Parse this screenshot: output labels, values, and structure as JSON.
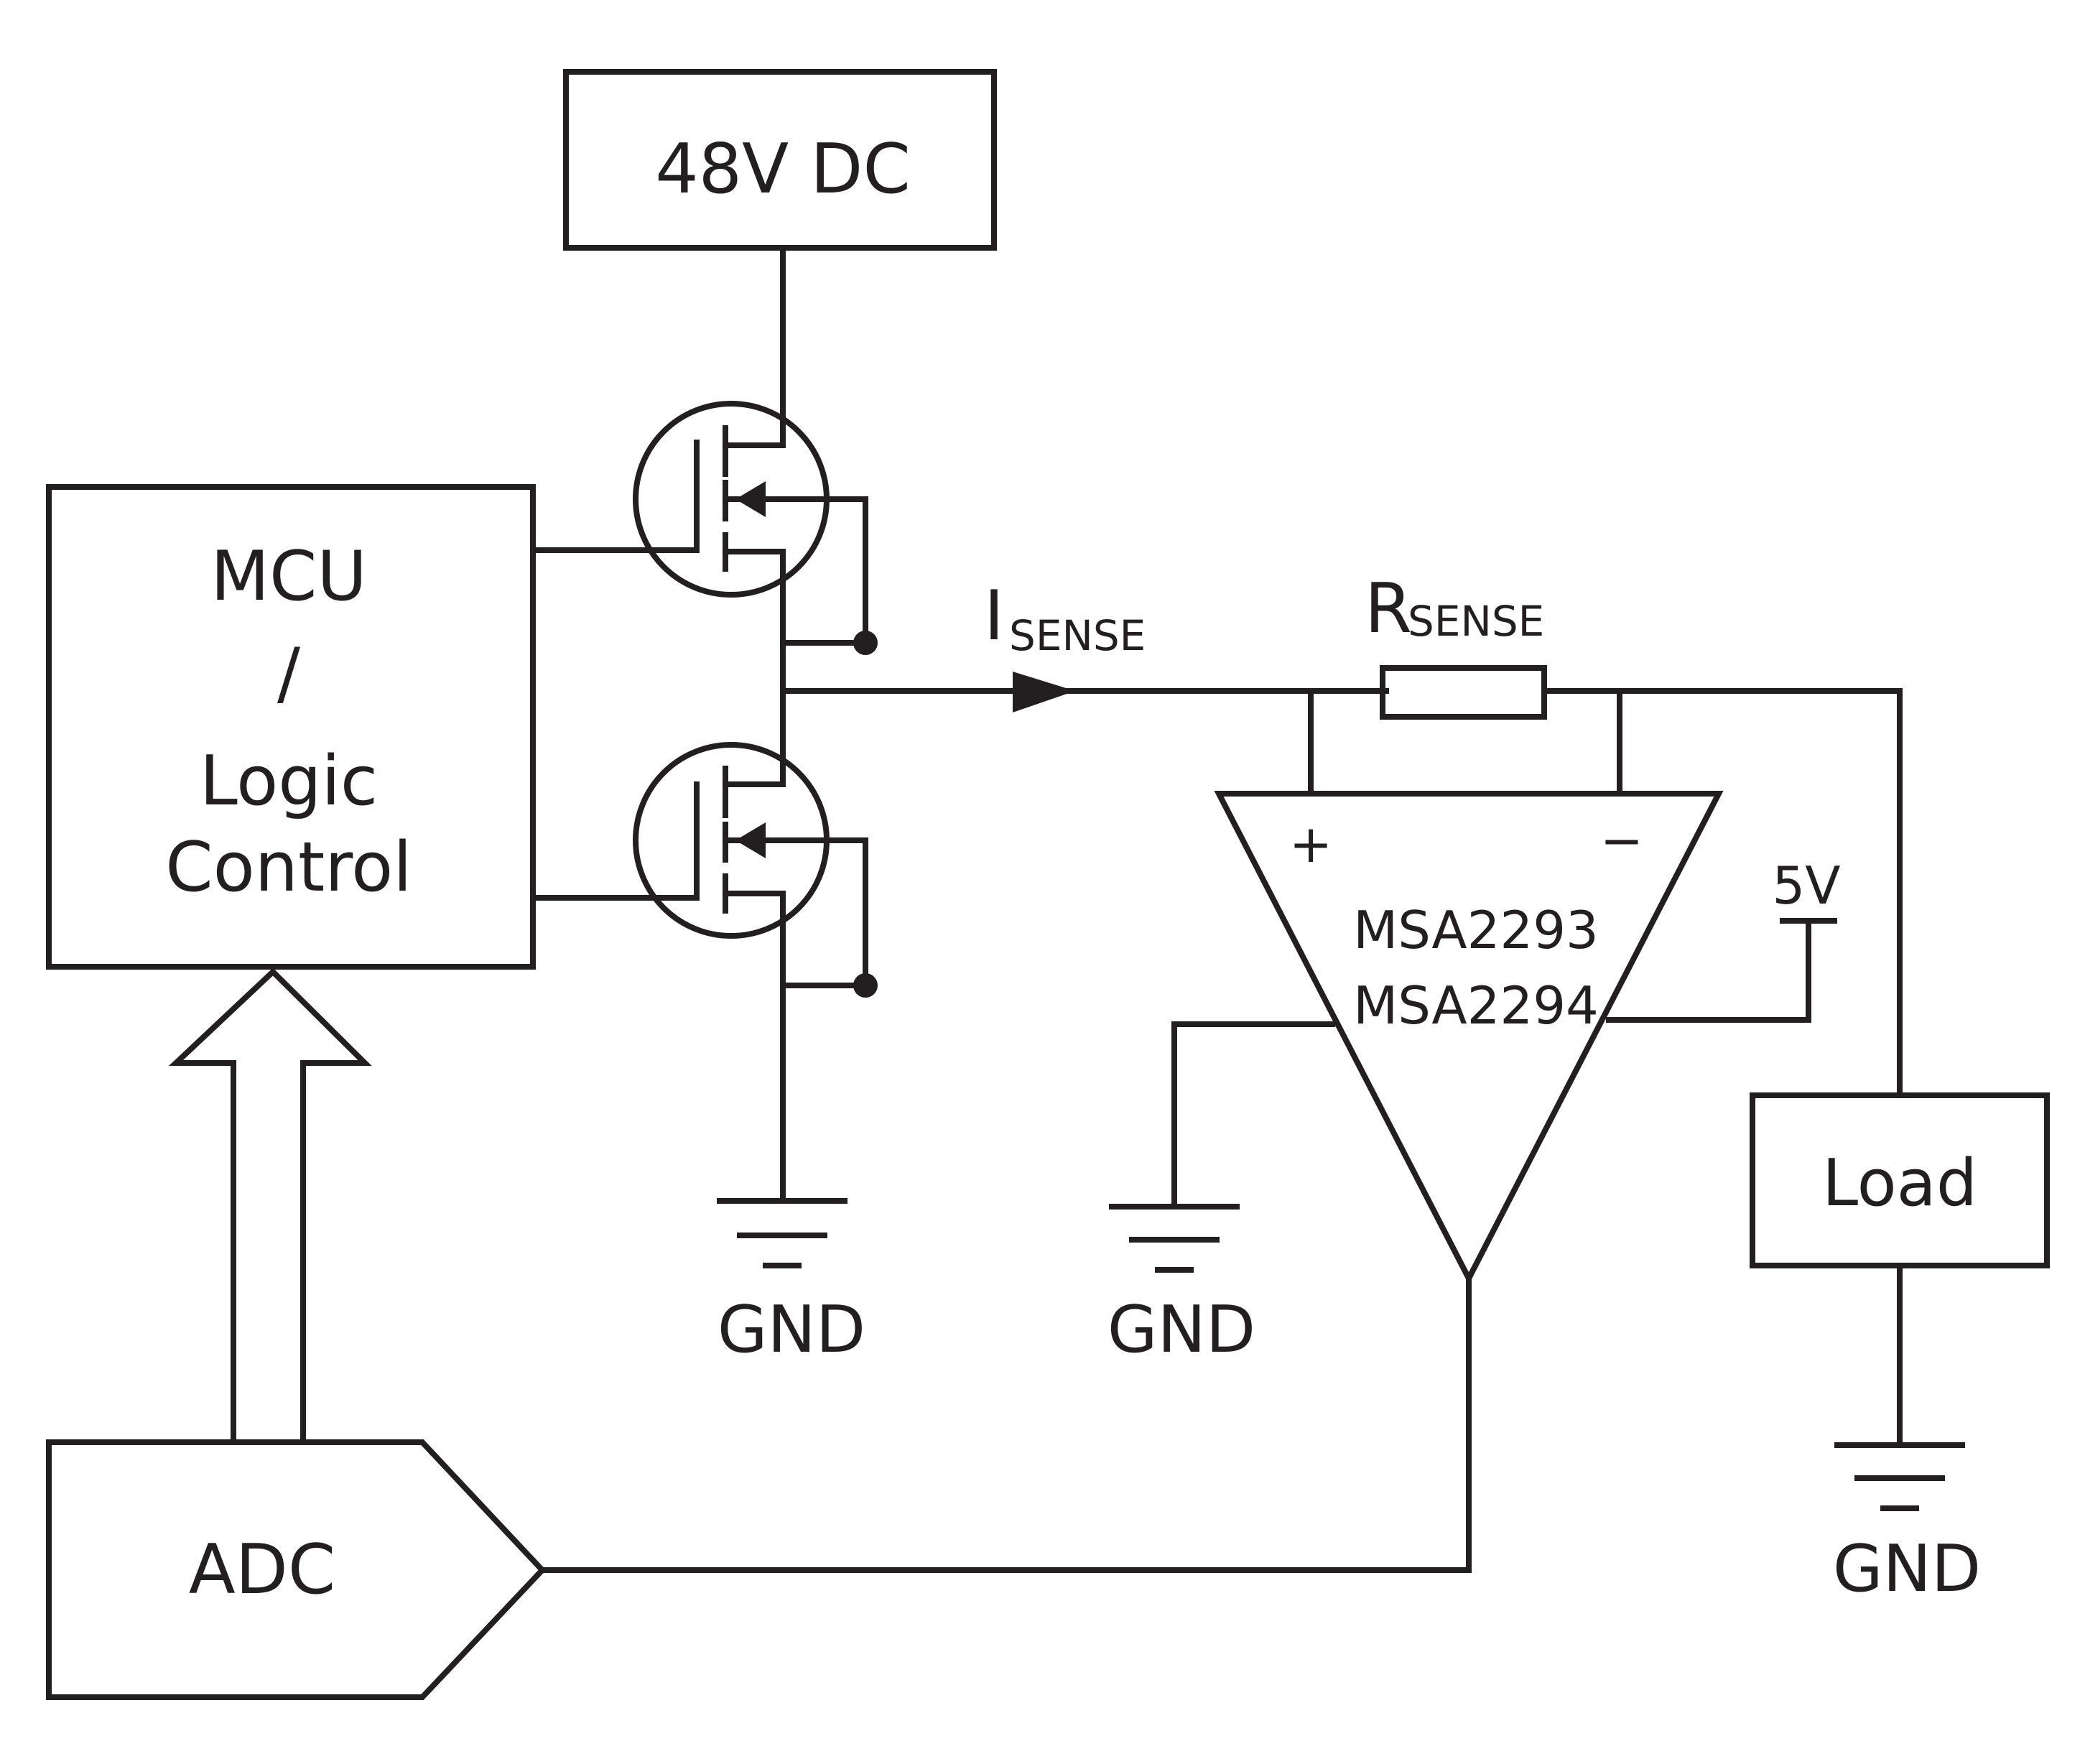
{
  "labels": {
    "supply": "48V DC",
    "mcu_line1": "MCU",
    "mcu_line2": "/",
    "mcu_line3": "Logic",
    "mcu_line4": "Control",
    "adc": "ADC",
    "load": "Load",
    "gnd_fet": "GND",
    "gnd_amp": "GND",
    "gnd_load": "GND",
    "isense_main": "I",
    "isense_sub": "SENSE",
    "rsense_main": "R",
    "rsense_sub": "SENSE",
    "amp_plus": "+",
    "amp_minus": "−",
    "amp_part1": "MSA2293",
    "amp_part2": "MSA2294",
    "vcc": "5V"
  }
}
